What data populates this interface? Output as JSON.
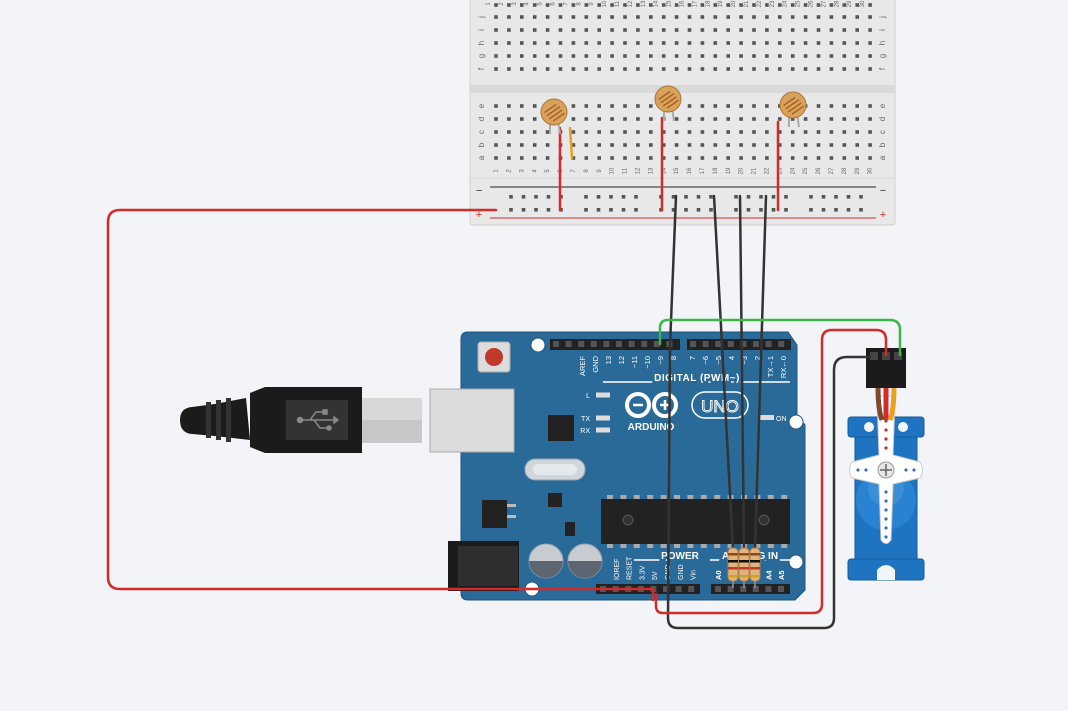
{
  "colors": {
    "canvas": "#f2f4f7",
    "board_blue": "#2a6a99",
    "breadboard": "#ebebeb",
    "wire_red": "#d42a2a",
    "wire_black": "#333333",
    "wire_green": "#3bb54a",
    "servo_blue": "#1f74c2"
  },
  "breadboard": {
    "row_letters_top": [
      "j",
      "i",
      "h",
      "g",
      "f"
    ],
    "row_letters_bottom": [
      "e",
      "d",
      "c",
      "b",
      "a"
    ],
    "columns": [
      "1",
      "2",
      "3",
      "4",
      "5",
      "6",
      "7",
      "8",
      "9",
      "10",
      "11",
      "12",
      "13",
      "14",
      "15",
      "16",
      "17",
      "18",
      "19",
      "20",
      "21",
      "22",
      "23",
      "24",
      "25",
      "26",
      "27",
      "28",
      "29",
      "30"
    ],
    "rail_minus": "−",
    "rail_plus": "+"
  },
  "arduino": {
    "digital_pins": [
      "AREF",
      "GND",
      "13",
      "12",
      "~11",
      "~10",
      "~9",
      "8",
      "7",
      "~6",
      "~5",
      "4",
      "~3",
      "2",
      "TX→1",
      "RX←0"
    ],
    "digital_label": "DIGITAL (PWM~)",
    "led_labels": [
      "L",
      "TX",
      "RX"
    ],
    "on_label": "ON",
    "brand": "ARDUINO",
    "model": "UNO",
    "power_label": "POWER",
    "power_pins": [
      "IOREF",
      "RESET",
      "3.3V",
      "5V",
      "GND",
      "GND",
      "Vin"
    ],
    "analog_label": "ANALOG IN",
    "analog_pins": [
      "A0",
      "A1",
      "A2",
      "A3",
      "A4",
      "A5"
    ]
  },
  "components": {
    "photoresistor_icon": "photoresistor-icon",
    "servo_icon": "servo-motor-icon",
    "usb_icon": "usb-symbol-icon",
    "resistor_icon": "resistor-icon"
  }
}
